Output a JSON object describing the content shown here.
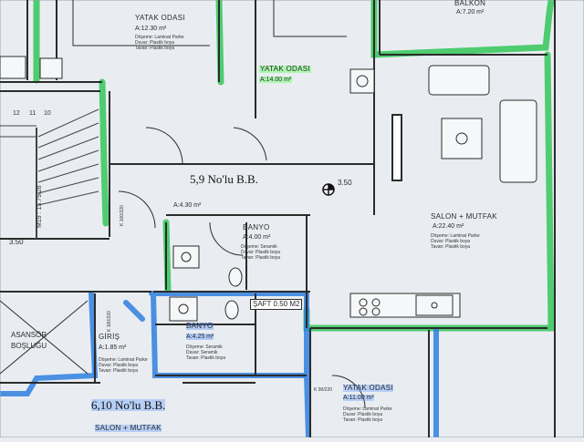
{
  "colors": {
    "background": "#e9edf1",
    "wall": "#2b2b2b",
    "green_highlight": "#34c759",
    "blue_highlight": "#2f7fe0",
    "area_highlight": "#7dff7d"
  },
  "units": {
    "unit_5_9": {
      "label": "5,9 No'lu B.B.",
      "rooms": {
        "yatak_odasi_1": {
          "name": "YATAK ODASI",
          "area": "A:12.30 m²",
          "finishes": [
            "Döşeme: Laminat Parke",
            "Duvar: Plastik boya",
            "Tavan: Plastik boya"
          ]
        },
        "yatak_odasi_2": {
          "name": "YATAK ODASI",
          "area": "A:14.00 m²"
        },
        "balkon": {
          "name": "BALKON",
          "area": "A:7.20 m²"
        },
        "hol": {
          "area": "A:4.30 m²"
        },
        "banyo": {
          "name": "BANYO",
          "area": "A:4.00 m²",
          "finishes": [
            "Döşeme: Seramik",
            "Duvar: Plastik boya",
            "Tavan: Plastik boya"
          ]
        },
        "salon_mutfak": {
          "name": "SALON + MUTFAK",
          "area": "A:22.40 m²",
          "finishes": [
            "Döşeme: Laminat Parke",
            "Duvar: Plastik boya",
            "Tavan: Plastik boya"
          ]
        }
      }
    },
    "unit_6_10": {
      "label": "6,10 No'lu B.B.",
      "rooms": {
        "giris": {
          "name": "GİRİŞ",
          "area": "A:1.85 m²",
          "finishes": [
            "Döşeme: Laminat Parke",
            "Duvar: Plastik boya",
            "Tavan: Plastik boya"
          ]
        },
        "banyo": {
          "name": "BANYO",
          "area": "A:4.25 m²",
          "finishes": [
            "Döşeme: Seramik",
            "Duvar: Seramik",
            "Tavan: Plastik boya"
          ]
        },
        "yatak_odasi": {
          "name": "YATAK ODASI",
          "area": "A:11.00 m²",
          "finishes": [
            "Döşeme: Laminat Parke",
            "Duvar: Plastik boya",
            "Tavan: Plastik boya"
          ]
        },
        "salon_mutfak": {
          "name": "SALON + MUTFAK"
        }
      }
    }
  },
  "shared": {
    "asansor": [
      "ASANSÖR",
      "BOŞLUĞU"
    ],
    "saft": "ŞAFT 0.50 M2",
    "stairs_label": "M19 : 15.79/28",
    "stair_numbers": [
      "12",
      "11",
      "10"
    ],
    "level_marker": "3.50",
    "level_left": "3.50",
    "door_codes": [
      "K 100/220",
      "K 100/220",
      "K 90/220"
    ]
  }
}
